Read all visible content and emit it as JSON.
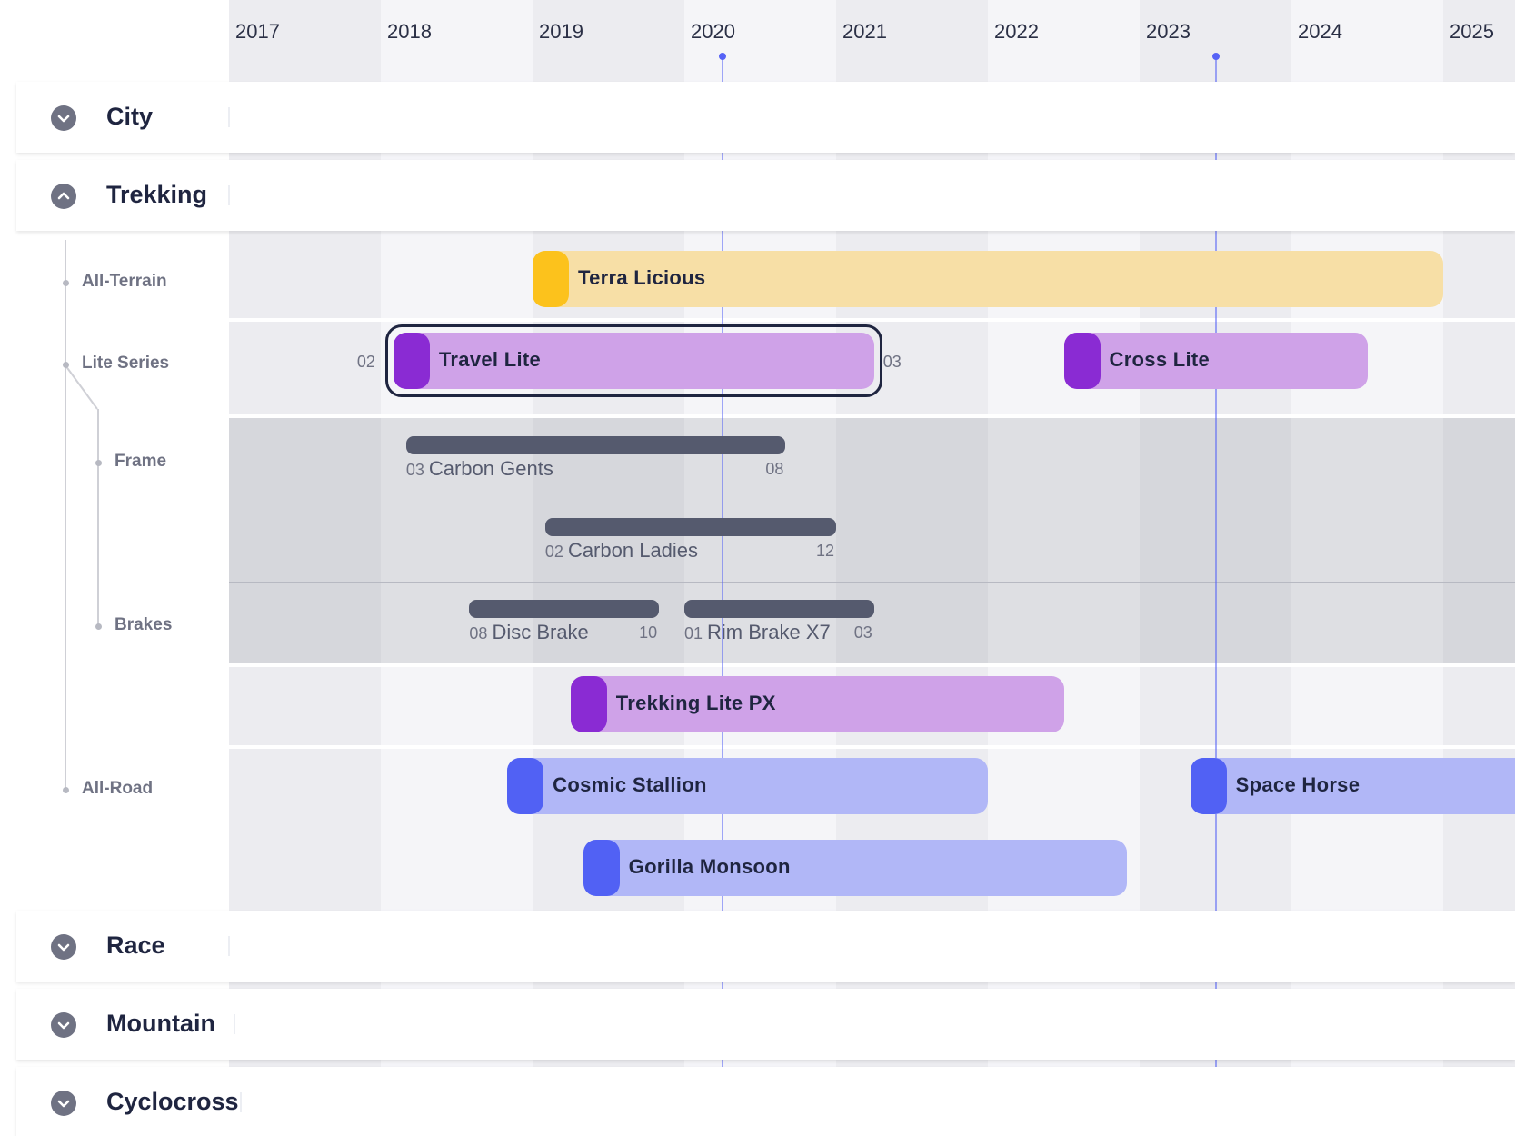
{
  "colors": {
    "band_light": "#f5f5f8",
    "band_dark": "#ececf0",
    "marker": "#5662f6",
    "yellow_bar": "#f7dfa6",
    "yellow_cap": "#fcc21c",
    "purple_bar": "#cfa2e8",
    "purple_cap": "#8a2bd3",
    "blue_bar": "#b1b7f7",
    "blue_cap": "#5161f4",
    "thin_bar": "#555a6e"
  },
  "years": [
    "2017",
    "2018",
    "2019",
    "2020",
    "2021",
    "2022",
    "2023",
    "2024",
    "2025"
  ],
  "markers": [
    {
      "date": "2020-04"
    },
    {
      "date": "2023-07"
    }
  ],
  "groups": [
    {
      "title": "City",
      "expanded": false,
      "icon": "chevron-down-icon"
    },
    {
      "title": "Trekking",
      "expanded": true,
      "icon": "chevron-up-icon"
    },
    {
      "title": "Race",
      "expanded": false,
      "icon": "chevron-down-icon"
    },
    {
      "title": "Mountain",
      "expanded": false,
      "icon": "chevron-down-icon"
    },
    {
      "title": "Cyclocross",
      "expanded": false,
      "icon": "chevron-down-icon"
    }
  ],
  "tree": {
    "all_terrain": "All-Terrain",
    "lite_series": "Lite Series",
    "frame": "Frame",
    "brakes": "Brakes",
    "all_road": "All-Road"
  },
  "bars": [
    {
      "id": "terra-licious",
      "label": "Terra Licious",
      "color": "yellow",
      "start": "2019-01",
      "end": "2024-12"
    },
    {
      "id": "travel-lite",
      "label": "Travel Lite",
      "color": "purple",
      "start": "2018-02",
      "end": "2021-03",
      "start_label": "02",
      "end_label": "03",
      "selected": true
    },
    {
      "id": "cross-lite",
      "label": "Cross Lite",
      "color": "purple",
      "start": "2022-07",
      "end": "2024-06"
    },
    {
      "id": "trekking-lite-px",
      "label": "Trekking Lite PX",
      "color": "purple",
      "start": "2019-04",
      "end": "2022-06"
    },
    {
      "id": "cosmic-stallion",
      "label": "Cosmic Stallion",
      "color": "blue",
      "start": "2018-11",
      "end": "2021-12"
    },
    {
      "id": "space-horse",
      "label": "Space Horse",
      "color": "blue",
      "start": "2023-05",
      "end": "2025-12"
    },
    {
      "id": "gorilla-monsoon",
      "label": "Gorilla Monsoon",
      "color": "blue",
      "start": "2019-05",
      "end": "2022-11"
    }
  ],
  "thin_bars": [
    {
      "id": "carbon-gents",
      "label": "Carbon Gents",
      "start": "2018-03",
      "end": "2020-08",
      "start_label": "03",
      "end_label": "08"
    },
    {
      "id": "carbon-ladies",
      "label": "Carbon Ladies",
      "start": "2019-02",
      "end": "2020-12",
      "start_label": "02",
      "end_label": "12"
    },
    {
      "id": "disc-brake",
      "label": "Disc Brake",
      "start": "2018-08",
      "end": "2019-10",
      "start_label": "08",
      "end_label": "10"
    },
    {
      "id": "rim-brake-x7",
      "label": "Rim Brake X7",
      "start": "2020-01",
      "end": "2021-03",
      "start_label": "01",
      "end_label": "03"
    }
  ]
}
